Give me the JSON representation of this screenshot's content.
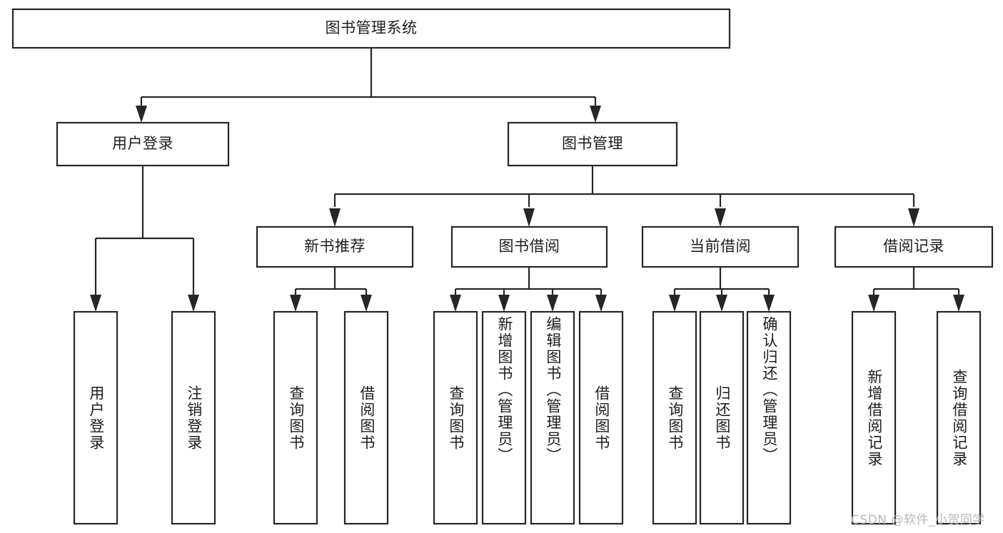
{
  "diagram": {
    "type": "tree-hierarchy",
    "title": "图书管理系统",
    "watermark": "CSDN @软件_小贺同学",
    "colors": {
      "stroke": "#262626",
      "box_fill": "#ffffff",
      "text": "#1d1d1d",
      "watermark": "#b9b9b9",
      "background": "#ffffff"
    },
    "nodes": {
      "root": {
        "label": "图书管理系统",
        "orientation": "horizontal"
      },
      "level1": [
        {
          "id": "user-login",
          "label": "用户登录",
          "orientation": "horizontal"
        },
        {
          "id": "book-manage",
          "label": "图书管理",
          "orientation": "horizontal"
        }
      ],
      "level2": [
        {
          "id": "new-book-recommend",
          "label": "新书推荐",
          "orientation": "horizontal"
        },
        {
          "id": "book-borrow",
          "label": "图书借阅",
          "orientation": "horizontal"
        },
        {
          "id": "current-borrow",
          "label": "当前借阅",
          "orientation": "horizontal"
        },
        {
          "id": "borrow-record",
          "label": "借阅记录",
          "orientation": "horizontal"
        }
      ],
      "leaves": [
        {
          "id": "leaf-user-login",
          "parent": "user-login",
          "label": "用户登录",
          "orientation": "vertical"
        },
        {
          "id": "leaf-logout-login",
          "parent": "user-login",
          "label": "注销登录",
          "orientation": "vertical"
        },
        {
          "id": "leaf-query-book-1",
          "parent": "new-book-recommend",
          "label": "查询图书",
          "orientation": "vertical"
        },
        {
          "id": "leaf-borrow-book-1",
          "parent": "new-book-recommend",
          "label": "借阅图书",
          "orientation": "vertical"
        },
        {
          "id": "leaf-query-book-2",
          "parent": "book-borrow",
          "label": "查询图书",
          "orientation": "vertical"
        },
        {
          "id": "leaf-add-book",
          "parent": "book-borrow",
          "label": "新增图书（管理员）",
          "orientation": "vertical"
        },
        {
          "id": "leaf-edit-book",
          "parent": "book-borrow",
          "label": "编辑图书（管理员）",
          "orientation": "vertical"
        },
        {
          "id": "leaf-borrow-book-2",
          "parent": "book-borrow",
          "label": "借阅图书",
          "orientation": "vertical"
        },
        {
          "id": "leaf-query-book-3",
          "parent": "current-borrow",
          "label": "查询图书",
          "orientation": "vertical"
        },
        {
          "id": "leaf-return-book",
          "parent": "current-borrow",
          "label": "归还图书",
          "orientation": "vertical"
        },
        {
          "id": "leaf-confirm-return",
          "parent": "current-borrow",
          "label": "确认归还（管理员）",
          "orientation": "vertical"
        },
        {
          "id": "leaf-add-record",
          "parent": "borrow-record",
          "label": "新增借阅记录",
          "orientation": "vertical"
        },
        {
          "id": "leaf-query-record",
          "parent": "borrow-record",
          "label": "查询借阅记录",
          "orientation": "vertical"
        }
      ]
    }
  }
}
